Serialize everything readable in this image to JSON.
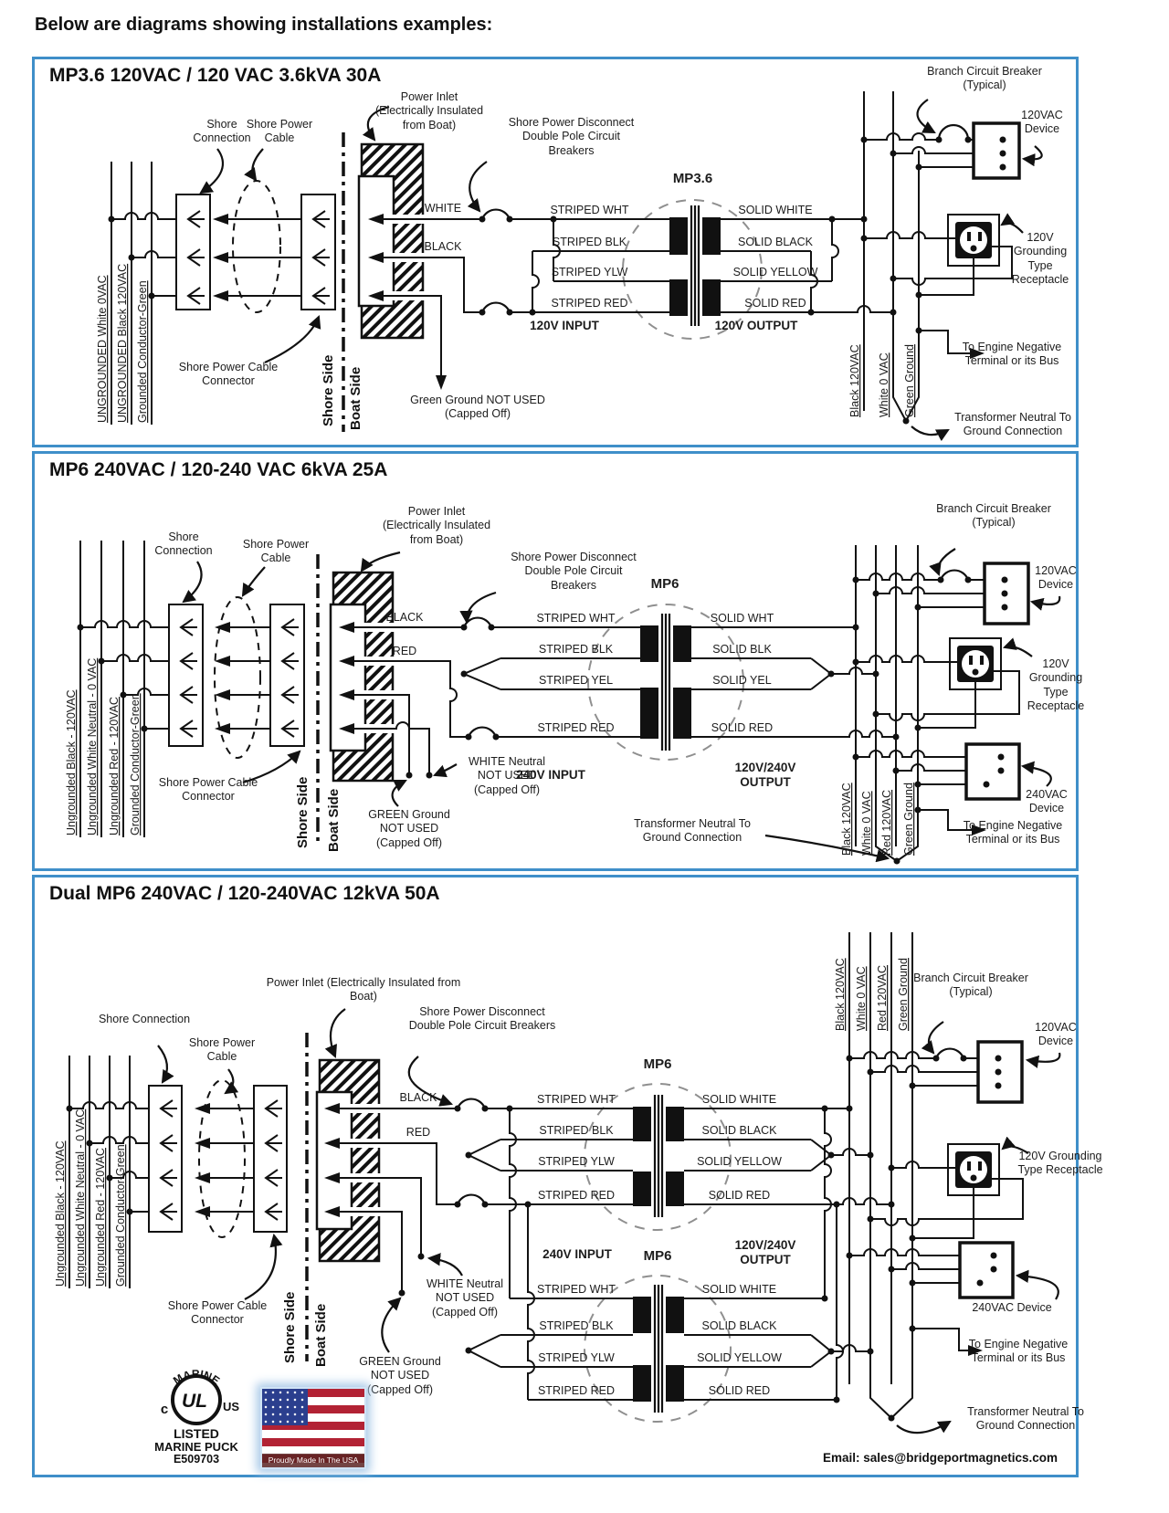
{
  "colors": {
    "panel_border": "#3f8fc9",
    "wire": "#111111",
    "transformer_dash": "#8f8f8f"
  },
  "header": "Below are diagrams showing installations examples:",
  "email": "Email: sales@bridgeportmagnetics.com",
  "panel1": {
    "title": "MP3.6 120VAC  / 120 VAC 3.6kVA 30A",
    "left_wires": [
      "UNGROUNDED White 0VAC",
      "UNGROUNDED Black 120VAC",
      "Grounded Conductor-Green"
    ],
    "right_wires": [
      "Black 120VAC",
      "White 0 VAC",
      "Green Ground"
    ],
    "shore_connection": "Shore Connection",
    "shore_power_cable": "Shore Power Cable",
    "cable_connector": "Shore Power Cable Connector",
    "shore_side": "Shore Side",
    "boat_side": "Boat Side",
    "power_inlet": "Power Inlet (Electrically Insulated from Boat)",
    "disconnect": "Shore Power Disconnect Double Pole Circuit Breakers",
    "white": "WHITE",
    "black": "BLACK",
    "green_not_used": "Green Ground NOT USED (Capped Off)",
    "mp": "MP3.6",
    "striped": [
      "STRIPED WHT",
      "STRIPED BLK",
      "STRIPED YLW",
      "STRIPED RED"
    ],
    "solid": [
      "SOLID WHITE",
      "SOLID BLACK",
      "SOLID YELLOW",
      "SOLID RED"
    ],
    "input": "120V INPUT",
    "output": "120V OUTPUT",
    "branch_breaker": "Branch Circuit Breaker (Typical)",
    "device120": "120VAC Device",
    "receptacle": "120V Grounding Type Receptacle",
    "engine": "To Engine Negative Terminal or its Bus",
    "neutral_ground": "Transformer Neutral To Ground Connection"
  },
  "panel2": {
    "title": "MP6 240VAC / 120-240 VAC 6kVA 25A",
    "left_wires": [
      "Ungrounded Black - 120VAC",
      "Ungrounded White Neutral - 0 VAC",
      "Ungrounded Red - 120VAC",
      "Grounded Conductor-Green"
    ],
    "right_wires": [
      "Black 120VAC",
      "White 0 VAC",
      "Red 120VAC",
      "Green Ground"
    ],
    "shore_connection": "Shore Connection",
    "shore_power_cable": "Shore Power Cable",
    "cable_connector": "Shore Power Cable Connector",
    "shore_side": "Shore Side",
    "boat_side": "Boat Side",
    "power_inlet": "Power Inlet (Electrically Insulated from Boat)",
    "disconnect": "Shore Power Disconnect Double Pole Circuit Breakers",
    "black": "BLACK",
    "red": "RED",
    "green_not_used": "GREEN Ground NOT USED (Capped Off)",
    "white_not_used": "WHITE Neutral NOT USED (Capped Off)",
    "mp": "MP6",
    "striped": [
      "STRIPED WHT",
      "STRIPED BLK",
      "STRIPED YEL",
      "STRIPED RED"
    ],
    "solid": [
      "SOLID WHT",
      "SOLID BLK",
      "SOLID YEL",
      "SOLID RED"
    ],
    "input": "240V INPUT",
    "output": "120V/240V OUTPUT",
    "branch_breaker": "Branch Circuit Breaker (Typical)",
    "device120": "120VAC Device",
    "receptacle": "120V Grounding Type Receptacle",
    "device240": "240VAC Device",
    "engine": "To Engine Negative Terminal or its Bus",
    "neutral_ground": "Transformer Neutral To Ground Connection"
  },
  "panel3": {
    "title": "Dual MP6 240VAC / 120-240VAC 12kVA 50A",
    "left_wires": [
      "Ungrounded Black - 120VAC",
      "Ungrounded White Neutral - 0 VAC",
      "Ungrounded Red - 120VAC",
      "Grounded Conductor-Green"
    ],
    "right_wires": [
      "Black 120VAC",
      "White 0 VAC",
      "Red 120VAC",
      "Green Ground"
    ],
    "shore_connection": "Shore Connection",
    "shore_power_cable": "Shore Power Cable",
    "cable_connector": "Shore Power Cable Connector",
    "shore_side": "Shore Side",
    "boat_side": "Boat Side",
    "power_inlet": "Power Inlet (Electrically Insulated from Boat)",
    "disconnect": "Shore Power Disconnect Double Pole Circuit Breakers",
    "black": "BLACK",
    "red": "RED",
    "white_not_used": "WHITE Neutral NOT USED (Capped Off)",
    "green_not_used": "GREEN Ground NOT USED (Capped Off)",
    "mp": "MP6",
    "striped": [
      "STRIPED WHT",
      "STRIPED BLK",
      "STRIPED YLW",
      "STRIPED RED"
    ],
    "solid": [
      "SOLID WHITE",
      "SOLID BLACK",
      "SOLID YELLOW",
      "SOLID RED"
    ],
    "input": "240V INPUT",
    "output": "120V/240V OUTPUT",
    "branch_breaker": "Branch Circuit Breaker (Typical)",
    "device120": "120VAC Device",
    "receptacle": "120V Grounding Type Receptacle",
    "device240": "240VAC Device",
    "engine": "To Engine Negative Terminal or its Bus",
    "neutral_ground": "Transformer Neutral To Ground Connection",
    "ul": {
      "marine": "MARINE",
      "c": "c",
      "ul": "UL",
      "us": "US",
      "listed": "LISTED",
      "name": "MARINE PUCK",
      "number": "E509703"
    },
    "flag_caption": "Proudly Made In The USA"
  }
}
